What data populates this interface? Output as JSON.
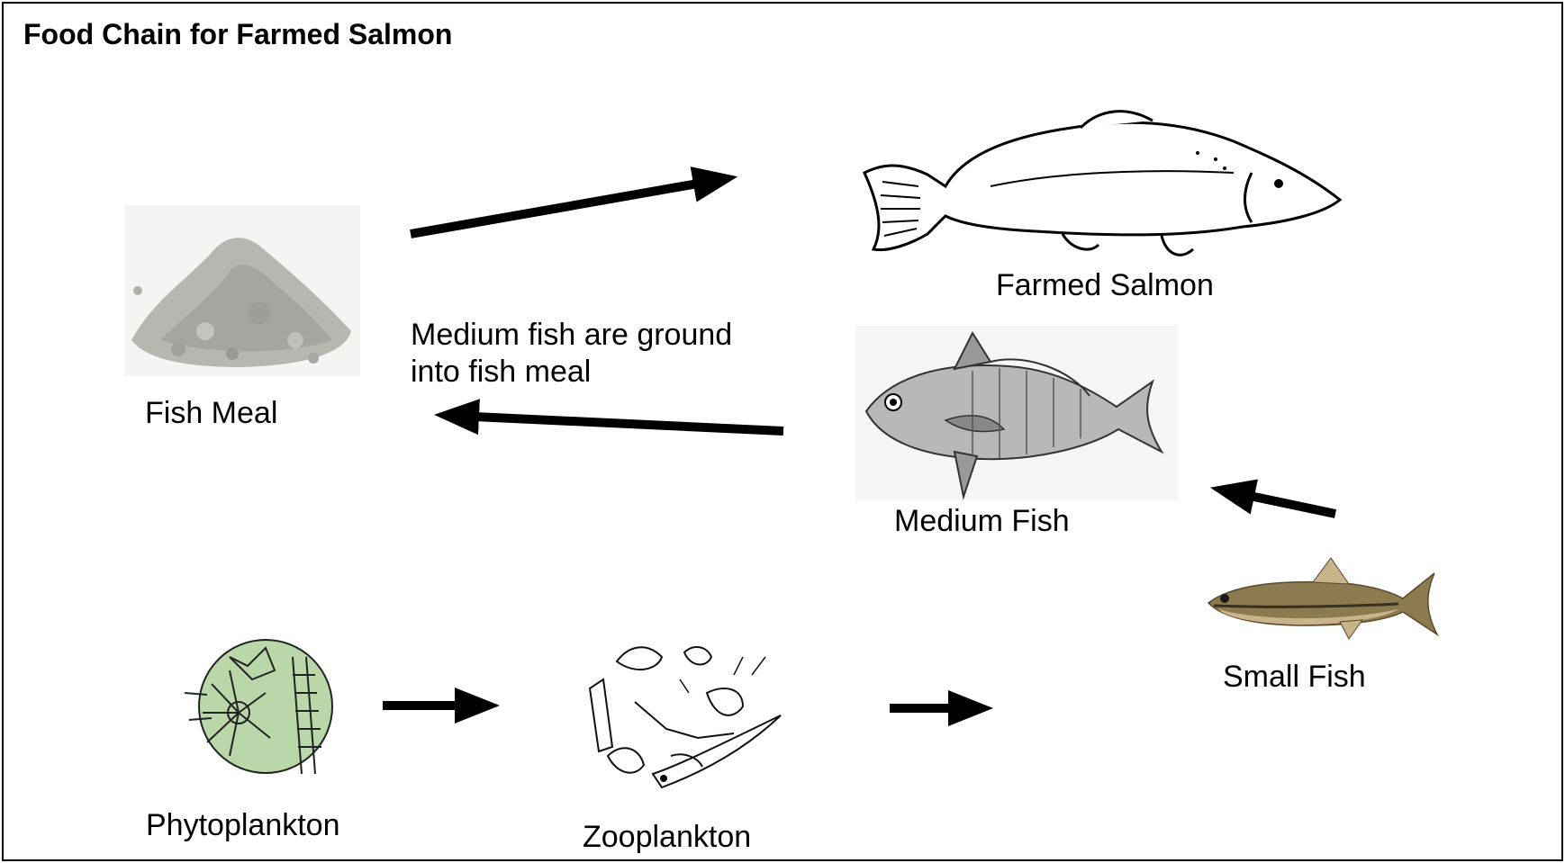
{
  "diagram": {
    "title": "Food Chain for Farmed Salmon",
    "nodes": {
      "farmed_salmon": {
        "label": "Farmed Salmon"
      },
      "fish_meal": {
        "label": "Fish Meal"
      },
      "medium_fish": {
        "label": "Medium Fish"
      },
      "small_fish": {
        "label": "Small Fish"
      },
      "phytoplankton": {
        "label": "Phytoplankton"
      },
      "zooplankton": {
        "label": "Zooplankton"
      }
    },
    "annotation": {
      "line1": "Medium fish are ground",
      "line2": "into fish meal"
    },
    "edges": [
      {
        "from": "fish_meal",
        "to": "farmed_salmon"
      },
      {
        "from": "medium_fish",
        "to": "fish_meal"
      },
      {
        "from": "small_fish",
        "to": "medium_fish"
      },
      {
        "from": "phytoplankton",
        "to": "zooplankton"
      },
      {
        "from": "zooplankton",
        "to": "small_fish"
      }
    ],
    "colors": {
      "arrow": "#000000",
      "fish_meal": "#b5b5b0",
      "phytoplankton_disc": "#b9d7a8",
      "small_fish_body": "#8c7a50",
      "small_fish_fin": "#c8b48a"
    }
  }
}
